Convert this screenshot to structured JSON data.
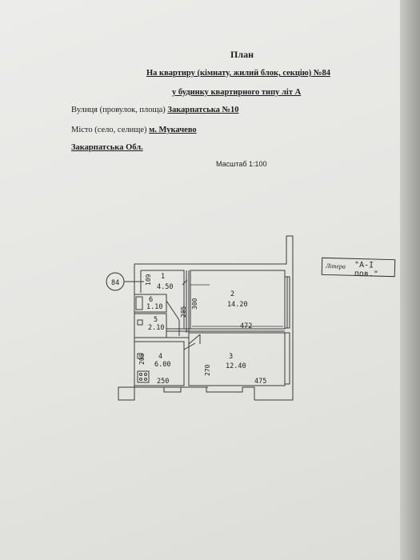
{
  "document": {
    "title": "План",
    "line1": "На квартиру (кімнату, жилий блок, секцію) №84",
    "line2": "у будинку квартирного типу літ А",
    "street_label": "Вулиця (провулок, площа)",
    "street_value": "Закарпатська №10",
    "city_label": "Місто (село, селище)",
    "city_value": "м. Мукачево",
    "region": "Закарпатська Обл.",
    "scale": "Масштаб 1:100"
  },
  "litera": {
    "label": "Літера",
    "value": "\"А-I пов.\""
  },
  "floor_plan": {
    "apartment_number": "84",
    "rooms": [
      {
        "number": "1",
        "area": "4.50"
      },
      {
        "number": "2",
        "area": "14.20"
      },
      {
        "number": "3",
        "area": "12.40"
      },
      {
        "number": "4",
        "area": "6.00"
      },
      {
        "number": "5",
        "area": "2.10"
      },
      {
        "number": "6",
        "area": "1.10"
      }
    ],
    "dimensions": {
      "d_109": "109",
      "d_285": "285",
      "d_300": "300",
      "d_472": "472",
      "d_205": "205",
      "d_250": "250",
      "d_270": "270",
      "d_475": "475"
    }
  },
  "colors": {
    "paper": "#e6e6e3",
    "ink": "#1d1d1f",
    "line": "#3a3a3a"
  }
}
